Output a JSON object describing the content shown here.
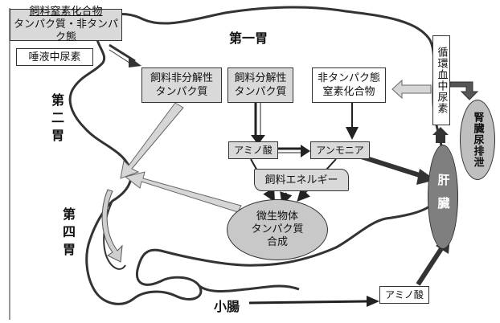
{
  "feed_nitrogen_box": {
    "title": "飼料窒素化合物",
    "subtitle": "タンパク質・非タンパク態"
  },
  "saliva_urea": "唾液中尿素",
  "rumen_label": "第一胃",
  "reticulum_label": "第二胃",
  "abomasum_label": "第四胃",
  "small_intestine_label": "小腸",
  "undegradable_protein": "飼料非分解性\nタンパク質",
  "degradable_protein": "飼料分解性\nタンパク質",
  "npn": "非タンパク態\n窒素化合物",
  "blood_urea": "循環血中尿素",
  "kidney": "腎臓尿排泄",
  "amino_acid_rumen": "アミノ酸",
  "ammonia": "アンモニア",
  "feed_energy": "飼料エネルギー",
  "microbial_protein": "微生物体\nタンパク質\n合成",
  "liver": "肝臓",
  "amino_acid_intestine": "アミノ酸",
  "colors": {
    "box_fill": "#d9d9d9",
    "liver": "#7f7f7f",
    "ellipse": "#c8c8c8",
    "arrow_dark": "#333333",
    "arrow_light": "#bfbfbf"
  }
}
